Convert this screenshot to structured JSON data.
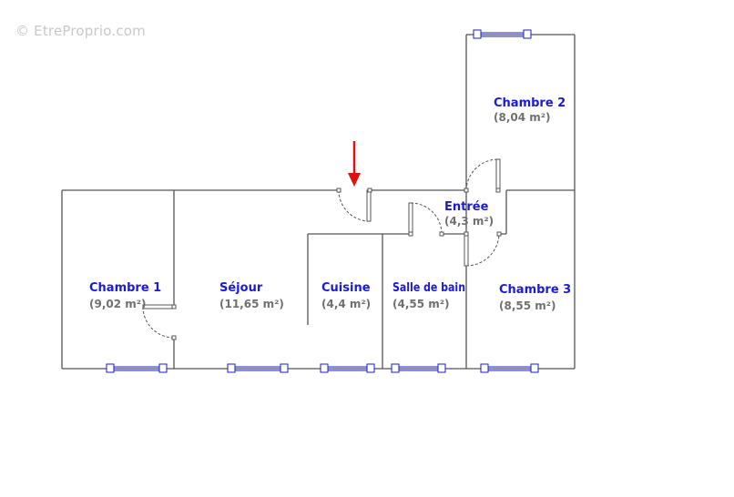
{
  "watermark": "© EtreProprio.com",
  "colors": {
    "wall": "#555555",
    "room_label": "#1a1adb",
    "area_label": "#707070",
    "window": "#1a1adb",
    "entry_arrow": "#e01010"
  },
  "rooms": [
    {
      "name": "Chambre 2",
      "area": "(8,04 m²)"
    },
    {
      "name": "Entrée",
      "area": "(4,3 m²)"
    },
    {
      "name": "Chambre 1",
      "area": "(9,02 m²)"
    },
    {
      "name": "Séjour",
      "area": "(11,65 m²)"
    },
    {
      "name": "Cuisine",
      "area": "(4,4 m²)"
    },
    {
      "name": "Salle de bain",
      "area": "(4,55 m²)"
    },
    {
      "name": "Chambre 3",
      "area": "(8,55 m²)"
    }
  ]
}
